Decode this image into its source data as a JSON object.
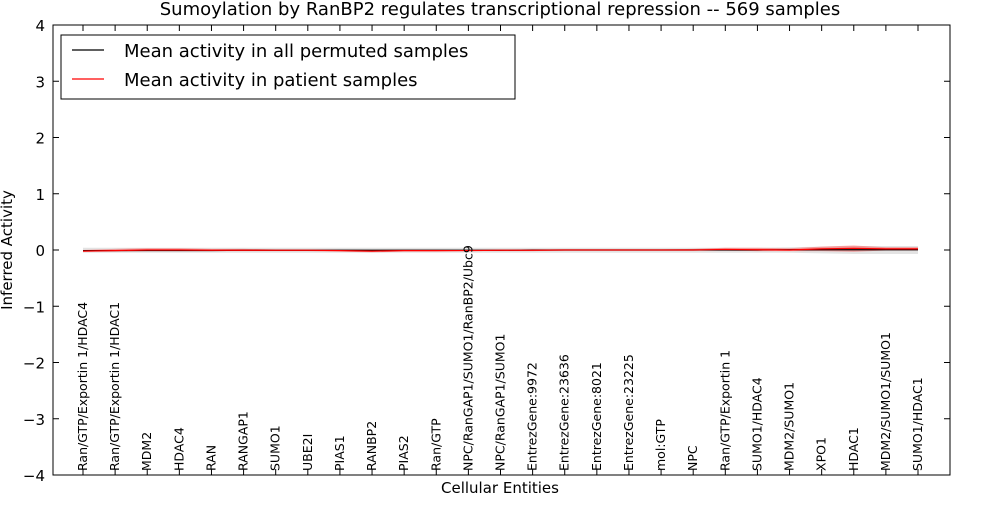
{
  "chart_data": {
    "type": "line",
    "title": "Sumoylation by RanBP2 regulates transcriptional repression -- 569 samples",
    "xlabel": "Cellular Entities",
    "ylabel": "Inferred Activity",
    "ylim": [
      -4,
      4
    ],
    "yticks": [
      -4,
      -3,
      -2,
      -1,
      0,
      1,
      2,
      3,
      4
    ],
    "ytick_labels": [
      "−4",
      "−3",
      "−2",
      "−1",
      "0",
      "1",
      "2",
      "3",
      "4"
    ],
    "grid": false,
    "legend_position": "top-left",
    "categories": [
      "Ran/GTP/Exportin 1/HDAC4",
      "Ran/GTP/Exportin 1/HDAC1",
      "MDM2",
      "HDAC4",
      "RAN",
      "RANGAP1",
      "SUMO1",
      "UBE2I",
      "PIAS1",
      "RANBP2",
      "PIAS2",
      "Ran/GTP",
      "NPC/RanGAP1/SUMO1/RanBP2/Ubc9",
      "NPC/RanGAP1/SUMO1",
      "EntrezGene:9972",
      "EntrezGene:23636",
      "EntrezGene:8021",
      "EntrezGene:23225",
      "mol:GTP",
      "NPC",
      "Ran/GTP/Exportin 1",
      "SUMO1/HDAC4",
      "MDM2/SUMO1",
      "XPO1",
      "HDAC1",
      "MDM2/SUMO1/SUMO1",
      "SUMO1/HDAC1"
    ],
    "series": [
      {
        "name": "Mean activity in all permuted samples",
        "color": "#000000",
        "values": [
          -0.01,
          -0.01,
          -0.01,
          -0.01,
          -0.01,
          -0.005,
          -0.005,
          -0.005,
          -0.005,
          -0.005,
          -0.005,
          -0.005,
          -0.005,
          -0.005,
          0.0,
          0.0,
          0.0,
          0.0,
          0.0,
          0.0,
          0.0,
          0.0,
          0.005,
          0.005,
          0.005,
          0.005,
          0.005
        ],
        "band_lower": [
          -0.05,
          -0.05,
          -0.05,
          -0.05,
          -0.05,
          -0.05,
          -0.05,
          -0.05,
          -0.05,
          -0.05,
          -0.05,
          -0.05,
          -0.05,
          -0.05,
          -0.05,
          -0.05,
          -0.05,
          -0.05,
          -0.05,
          -0.05,
          -0.05,
          -0.05,
          -0.05,
          -0.06,
          -0.07,
          -0.07,
          -0.07
        ],
        "band_upper": [
          0.04,
          0.04,
          0.04,
          0.04,
          0.04,
          0.04,
          0.04,
          0.04,
          0.04,
          0.04,
          0.04,
          0.04,
          0.04,
          0.04,
          0.04,
          0.04,
          0.04,
          0.04,
          0.04,
          0.04,
          0.04,
          0.04,
          0.05,
          0.06,
          0.07,
          0.07,
          0.07
        ]
      },
      {
        "name": "Mean activity in patient samples",
        "color": "#ff0000",
        "values": [
          -0.02,
          -0.01,
          0.0,
          0.0,
          -0.005,
          -0.005,
          -0.005,
          -0.005,
          -0.01,
          -0.02,
          -0.01,
          -0.01,
          -0.01,
          -0.005,
          -0.005,
          0.0,
          0.0,
          0.0,
          0.0,
          0.0,
          0.01,
          0.005,
          0.0,
          0.02,
          0.03,
          0.02,
          0.02
        ],
        "band_lower": [
          -0.03,
          -0.03,
          -0.02,
          -0.02,
          -0.02,
          -0.02,
          -0.02,
          -0.02,
          -0.03,
          -0.04,
          -0.03,
          -0.03,
          -0.02,
          -0.02,
          -0.02,
          -0.01,
          -0.01,
          -0.01,
          -0.01,
          -0.01,
          -0.01,
          -0.02,
          -0.02,
          -0.02,
          -0.03,
          -0.01,
          -0.01
        ],
        "band_upper": [
          0.0,
          0.02,
          0.03,
          0.03,
          0.02,
          0.02,
          0.01,
          0.01,
          0.01,
          0.0,
          0.01,
          0.01,
          0.0,
          0.01,
          0.01,
          0.01,
          0.01,
          0.01,
          0.01,
          0.02,
          0.04,
          0.04,
          0.03,
          0.06,
          0.08,
          0.05,
          0.05
        ]
      }
    ]
  }
}
